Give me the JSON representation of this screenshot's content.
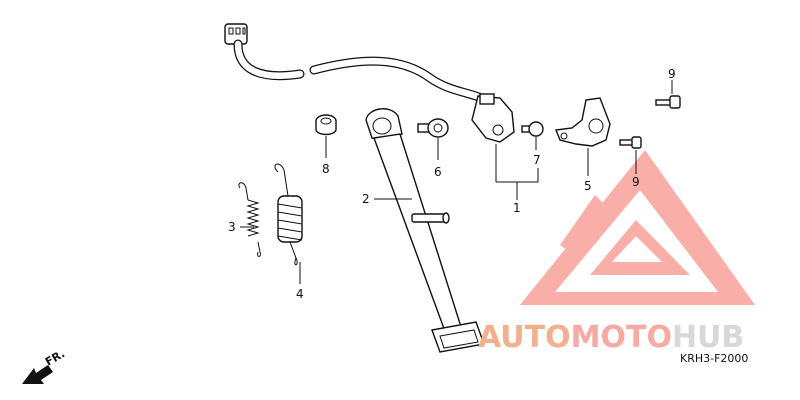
{
  "diagram": {
    "callouts": {
      "c1": "1",
      "c2": "2",
      "c3": "3",
      "c4": "4",
      "c5": "5",
      "c6": "6",
      "c7": "7",
      "c8": "8",
      "c9a": "9",
      "c9b": "9"
    },
    "diagram_code": "KRH3-F2000",
    "front_indicator": "FR."
  },
  "watermark": {
    "brand_parts": [
      "AUTO",
      "MOTO",
      "HUB"
    ],
    "colors": {
      "auto": "#f4b08a",
      "moto": "#f7a9a2",
      "hub": "#d8d8d8",
      "triangle": "#f8a29a"
    }
  }
}
